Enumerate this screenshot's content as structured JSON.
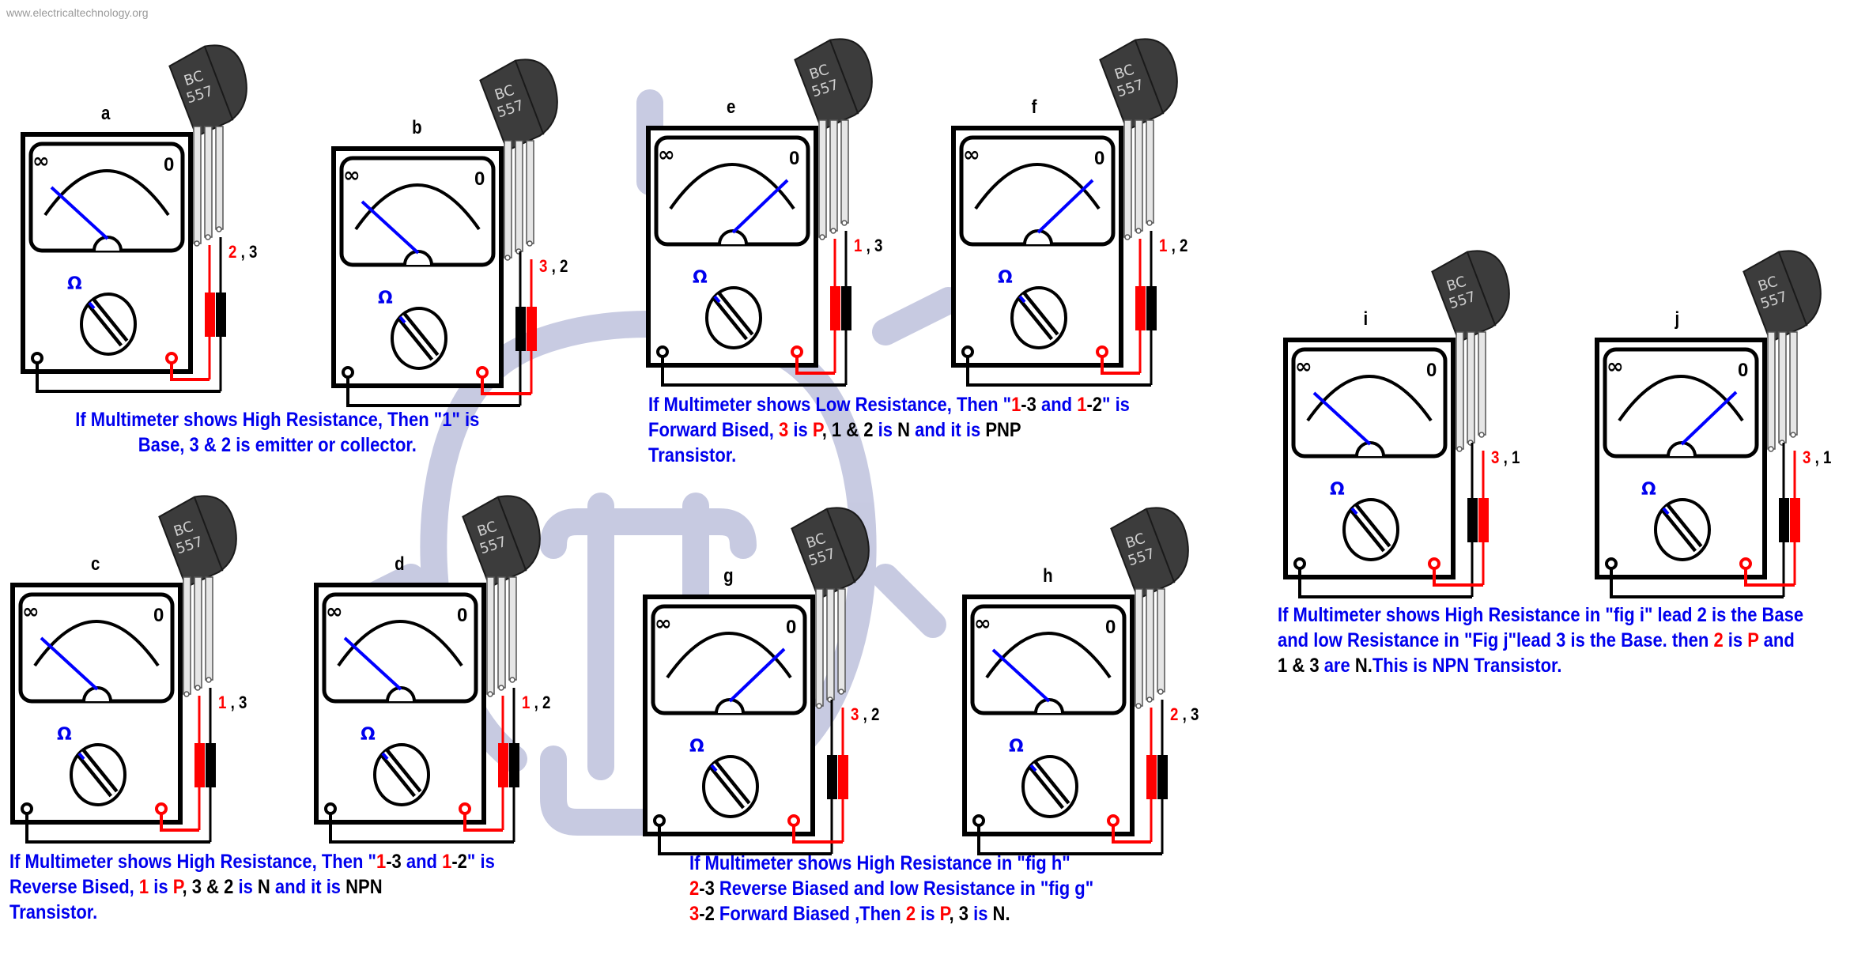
{
  "source_url": "www.electricaltechnology.org",
  "transistor_marking": [
    "BC",
    "557"
  ],
  "meter_symbols": {
    "infinity": "∞",
    "zero": "0",
    "ohm": "Ω"
  },
  "colors": {
    "caption_blue": "#0000ee",
    "highlight_red": "#ff0000",
    "needle_blue": "#0000ff",
    "watermark": "#c5c8e0"
  },
  "figures": [
    {
      "id": "a",
      "label": "a",
      "reading": "high",
      "probe_order": "red-black",
      "leads": [
        {
          "t": "2",
          "red": true
        },
        {
          "t": " , 3",
          "red": false
        }
      ]
    },
    {
      "id": "b",
      "label": "b",
      "reading": "high",
      "probe_order": "black-red",
      "leads": [
        {
          "t": "3",
          "red": true
        },
        {
          "t": " , 2",
          "red": false
        }
      ]
    },
    {
      "id": "c",
      "label": "c",
      "reading": "high",
      "probe_order": "red-black",
      "leads": [
        {
          "t": "1",
          "red": true
        },
        {
          "t": " , 3",
          "red": false
        }
      ]
    },
    {
      "id": "d",
      "label": "d",
      "reading": "high",
      "probe_order": "red-black",
      "leads": [
        {
          "t": "1",
          "red": true
        },
        {
          "t": " , 2",
          "red": false
        }
      ]
    },
    {
      "id": "e",
      "label": "e",
      "reading": "low",
      "probe_order": "red-black",
      "leads": [
        {
          "t": "1",
          "red": true
        },
        {
          "t": " , 3",
          "red": false
        }
      ]
    },
    {
      "id": "f",
      "label": "f",
      "reading": "low",
      "probe_order": "red-black",
      "leads": [
        {
          "t": "1",
          "red": true
        },
        {
          "t": " , 2",
          "red": false
        }
      ]
    },
    {
      "id": "g",
      "label": "g",
      "reading": "low",
      "probe_order": "black-red",
      "leads": [
        {
          "t": "3",
          "red": true
        },
        {
          "t": " , 2",
          "red": false
        }
      ]
    },
    {
      "id": "h",
      "label": "h",
      "reading": "high",
      "probe_order": "red-black",
      "leads": [
        {
          "t": "2",
          "red": true
        },
        {
          "t": " , 3",
          "red": false
        }
      ]
    },
    {
      "id": "i",
      "label": "i",
      "reading": "high",
      "probe_order": "black-red",
      "leads": [
        {
          "t": "3",
          "red": true
        },
        {
          "t": " , 1",
          "red": false
        }
      ]
    },
    {
      "id": "j",
      "label": "j",
      "reading": "low",
      "probe_order": "black-red",
      "leads": [
        {
          "t": "3",
          "red": true
        },
        {
          "t": " , 1",
          "red": false
        }
      ]
    }
  ],
  "captions": {
    "ab": [
      [
        {
          "t": "If Multimeter shows High Resistance, Then \"1\" is",
          "c": "b"
        }
      ],
      [
        {
          "t": "Base, 3 & 2 is emitter or collector.",
          "c": "b"
        }
      ]
    ],
    "cd": [
      [
        {
          "t": "If Multimeter shows High Resistance, Then \"",
          "c": "b"
        },
        {
          "t": "1",
          "c": "r"
        },
        {
          "t": "-3",
          "c": "k"
        },
        {
          "t": " and ",
          "c": "b"
        },
        {
          "t": "1",
          "c": "r"
        },
        {
          "t": "-2",
          "c": "k"
        },
        {
          "t": "\" is",
          "c": "b"
        }
      ],
      [
        {
          "t": "Reverse Bised, ",
          "c": "b"
        },
        {
          "t": "1",
          "c": "r"
        },
        {
          "t": " is ",
          "c": "b"
        },
        {
          "t": "P",
          "c": "r"
        },
        {
          "t": ", 3 & 2 ",
          "c": "k"
        },
        {
          "t": "is ",
          "c": "b"
        },
        {
          "t": "N",
          "c": "k"
        },
        {
          "t": " and it is ",
          "c": "b"
        },
        {
          "t": "NPN",
          "c": "k"
        }
      ],
      [
        {
          "t": "Transistor.",
          "c": "b"
        }
      ]
    ],
    "ef": [
      [
        {
          "t": "If Multimeter shows Low Resistance, Then \"",
          "c": "b"
        },
        {
          "t": "1",
          "c": "r"
        },
        {
          "t": "-3",
          "c": "k"
        },
        {
          "t": " and ",
          "c": "b"
        },
        {
          "t": "1",
          "c": "r"
        },
        {
          "t": "-2",
          "c": "k"
        },
        {
          "t": "\" is",
          "c": "b"
        }
      ],
      [
        {
          "t": "Forward Bised, ",
          "c": "b"
        },
        {
          "t": "3",
          "c": "r"
        },
        {
          "t": " is ",
          "c": "b"
        },
        {
          "t": "P",
          "c": "r"
        },
        {
          "t": ", 1 & 2 ",
          "c": "k"
        },
        {
          "t": "is ",
          "c": "b"
        },
        {
          "t": "N",
          "c": "k"
        },
        {
          "t": " and it is ",
          "c": "b"
        },
        {
          "t": "PNP",
          "c": "k"
        }
      ],
      [
        {
          "t": "Transistor.",
          "c": "b"
        }
      ]
    ],
    "gh": [
      [
        {
          "t": "If Multimeter shows High Resistance in \"fig h\"",
          "c": "b"
        }
      ],
      [
        {
          "t": "2",
          "c": "r"
        },
        {
          "t": "-3",
          "c": "k"
        },
        {
          "t": " Reverse Biased  and low Resistance in \"fig g\"",
          "c": "b"
        }
      ],
      [
        {
          "t": "3",
          "c": "r"
        },
        {
          "t": "-2",
          "c": "k"
        },
        {
          "t": " Forward Biased ,Then ",
          "c": "b"
        },
        {
          "t": "2",
          "c": "r"
        },
        {
          "t": " is ",
          "c": "b"
        },
        {
          "t": "P",
          "c": "r"
        },
        {
          "t": ", 3 ",
          "c": "k"
        },
        {
          "t": "is ",
          "c": "b"
        },
        {
          "t": "N.",
          "c": "k"
        }
      ]
    ],
    "ij": [
      [
        {
          "t": "If Multimeter shows High Resistance in \"fig i\" lead 2 is the Base",
          "c": "b"
        }
      ],
      [
        {
          "t": "and   low Resistance in \"Fig j\"lead 3 is the Base. then ",
          "c": "b"
        },
        {
          "t": "2",
          "c": "r"
        },
        {
          "t": " is ",
          "c": "b"
        },
        {
          "t": "P",
          "c": "r"
        },
        {
          "t": " and",
          "c": "b"
        }
      ],
      [
        {
          "t": "1 & 3 ",
          "c": "k"
        },
        {
          "t": "are ",
          "c": "b"
        },
        {
          "t": "N.",
          "c": "k"
        },
        {
          "t": "This is NPN Transistor.",
          "c": "b"
        }
      ]
    ]
  }
}
